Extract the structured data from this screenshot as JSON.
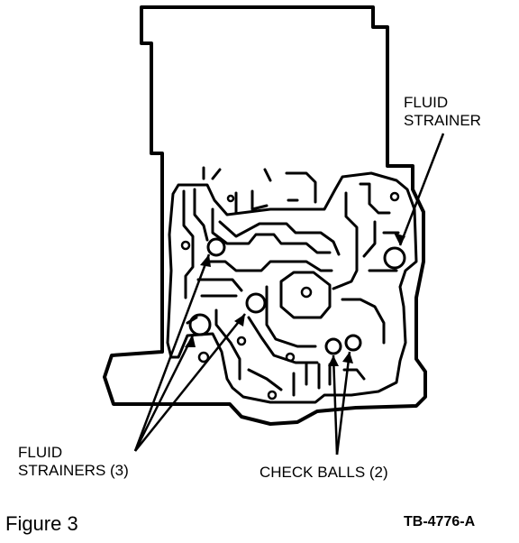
{
  "diagram": {
    "labels": {
      "fluid_strainer_line1": "FLUID",
      "fluid_strainer_line2": "STRAINER",
      "fluid_strainers_line1": "FLUID",
      "fluid_strainers_line2": "STRAINERS (3)",
      "check_balls": "CHECK BALLS (2)"
    },
    "figure_label": "Figure 3",
    "figure_id": "TB-4776-A"
  }
}
